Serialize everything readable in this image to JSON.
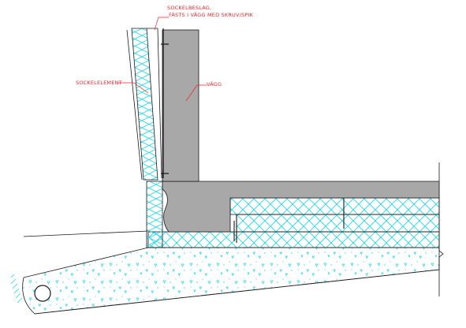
{
  "labels": {
    "sockelbeslag_line1": "SOCKELBESLAG,",
    "sockelbeslag_line2": "FÄSTS I VÄGG MED SKRUV/SPIK",
    "sockelelement": "SOCKELELEMENT",
    "vagg": "VÄGG"
  },
  "colors": {
    "concrete": "#a8a8a8",
    "insulation": "#27d6e6",
    "annotation": "#e8262b",
    "line": "#1a1a1a"
  }
}
